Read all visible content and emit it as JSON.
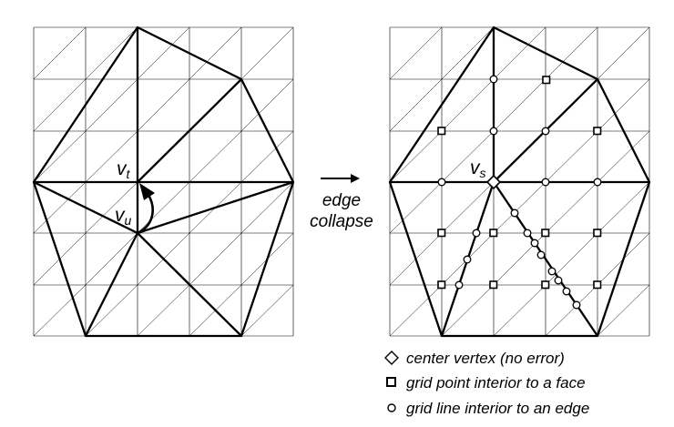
{
  "labels": {
    "left_vt_main": "v",
    "left_vt_sub": "t",
    "left_vu_main": "v",
    "left_vu_sub": "u",
    "right_vs_main": "v",
    "right_vs_sub": "s",
    "arrow_line1": "edge",
    "arrow_line2": "collapse"
  },
  "legend": {
    "center_vertex": "center vertex (no error)",
    "grid_point": "grid point interior to a face",
    "grid_line": "grid line interior to an edge"
  },
  "colors": {
    "stroke": "#000000",
    "grid": "#000000",
    "background": "#ffffff"
  },
  "icons": [
    "diamond-icon",
    "square-icon",
    "circle-icon",
    "arrow-right-icon",
    "curved-arrow-icon"
  ]
}
